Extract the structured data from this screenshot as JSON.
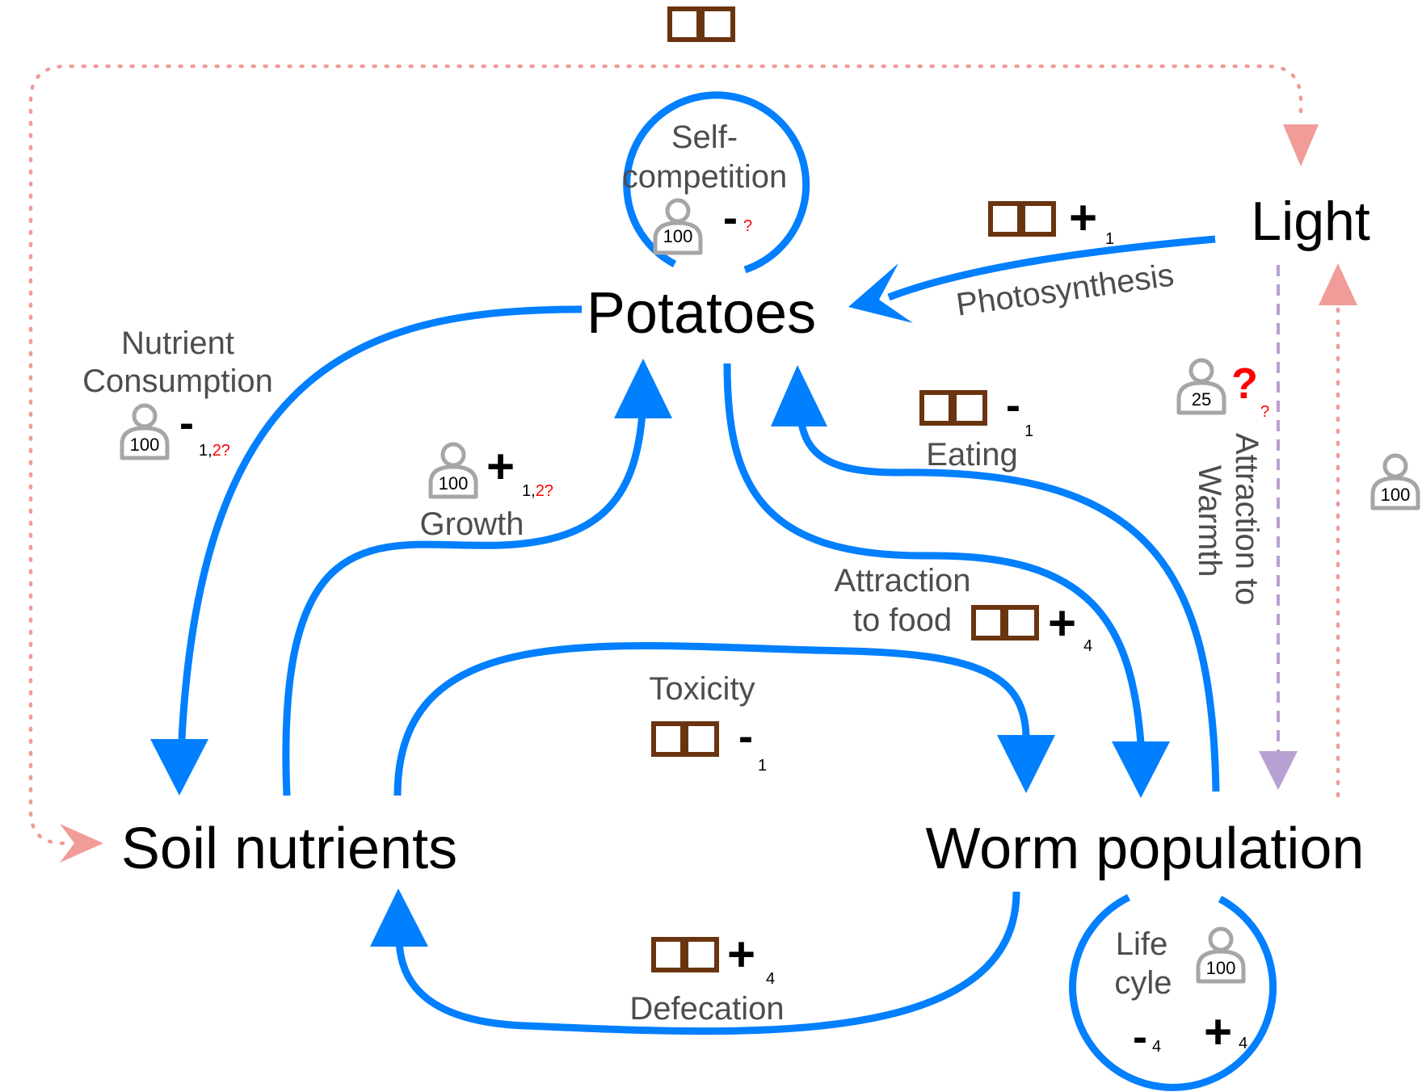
{
  "colors": {
    "feedback_arrow": "#007fff",
    "dotted_red": "#f19c99",
    "dashed_purple": "#b9a0d2",
    "book_icon": "#6b3410",
    "person_icon": "#a6a6a6",
    "uncertain": "#ff0000"
  },
  "nodes": {
    "potatoes": "Potatoes",
    "light": "Light",
    "soil": "Soil nutrients",
    "worms": "Worm population"
  },
  "links": {
    "self_competition": {
      "label_1": "Self-",
      "label_2": "competition",
      "participants": "100",
      "sign": "-",
      "sources": "?"
    },
    "photosynthesis": {
      "label": "Photosynthesis",
      "sign": "+",
      "sources": "1"
    },
    "nutrient_consumption": {
      "label_1": "Nutrient",
      "label_2": "Consumption",
      "participants": "100",
      "sign": "-",
      "sources_a": "1,",
      "sources_b": "2?"
    },
    "growth": {
      "label": "Growth",
      "participants": "100",
      "sign": "+",
      "sources_a": "1,",
      "sources_b": "2?"
    },
    "eating": {
      "label": "Eating",
      "sign": "-",
      "sources": "1"
    },
    "attraction_warmth": {
      "label_1": "Attraction to",
      "label_2": "Warmth",
      "participants": "25",
      "sign": "?",
      "sources": "?"
    },
    "attraction_food": {
      "label_1": "Attraction",
      "label_2": "to food",
      "sign": "+",
      "sources": "4"
    },
    "toxicity": {
      "label": "Toxicity",
      "sign": "-",
      "sources": "1"
    },
    "defecation": {
      "label": "Defecation",
      "sign": "+",
      "sources": "4"
    },
    "life_cycle": {
      "label_1": "Life",
      "label_2": "cyle",
      "participants": "100",
      "sign_neg": "-",
      "sources_neg": "4",
      "sign_pos": "+",
      "sources_pos": "4"
    },
    "light_warmth": {
      "participants": "100"
    }
  },
  "icons": [
    "book-icon",
    "person-icon"
  ]
}
